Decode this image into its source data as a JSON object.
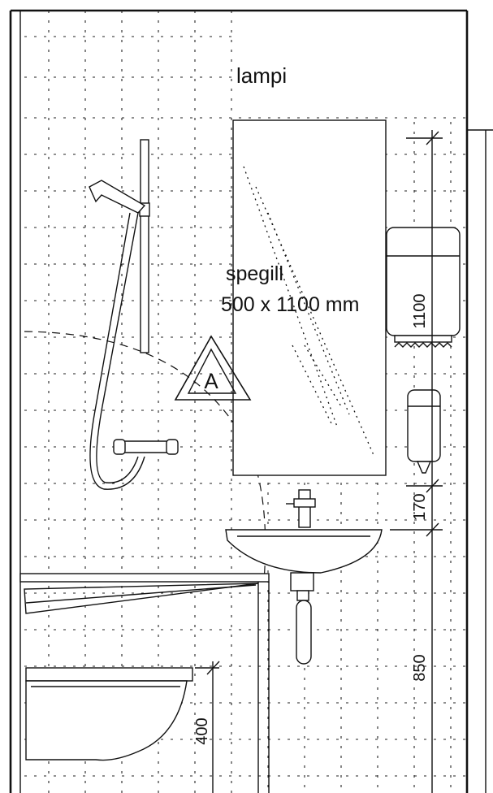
{
  "labels": {
    "lamp": "lampi",
    "mirror_line1": "spegill",
    "mirror_line2": "500 x 1100 mm",
    "symbol": "A"
  },
  "dimensions": {
    "mirror_height": "1100",
    "gap": "170",
    "basin_height": "850",
    "toilet_height": "400"
  }
}
